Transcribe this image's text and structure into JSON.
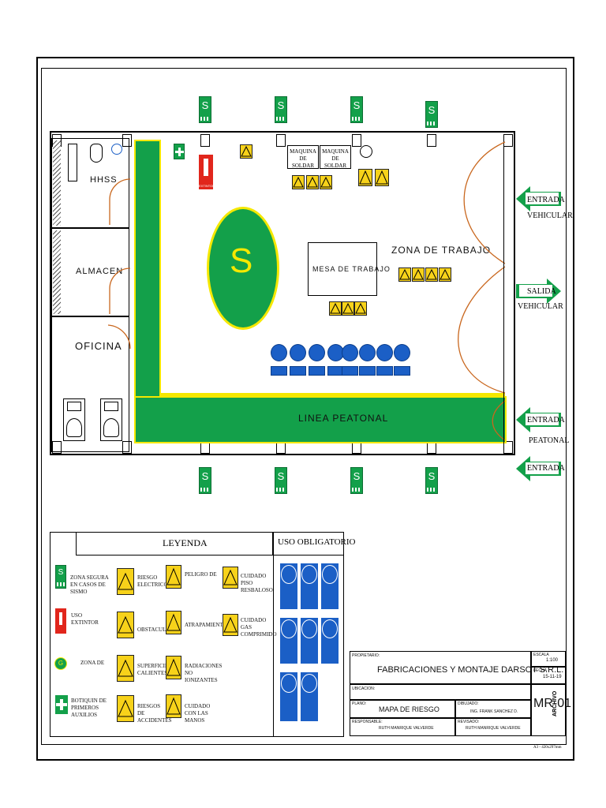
{
  "rooms": {
    "hhss": "HHSS",
    "almacen": "ALMACEN",
    "oficina": "OFICINA"
  },
  "labels": {
    "maquina_1": "MAQUINA DE SOLDAR",
    "maquina_2": "MAQUINA DE SOLDAR",
    "mesa": "MESA DE TRABAJO",
    "zona_trabajo": "ZONA DE TRABAJO",
    "linea_peatonal": "LINEA PEATONAL",
    "safe_letter": "S",
    "extintor_tag": "EXTINTOR"
  },
  "exits": {
    "entrada": "ENTRADA",
    "vehicular": "VEHICULAR",
    "salida": "SALIDA",
    "peatonal": "PEATONAL"
  },
  "legend": {
    "title": "LEYENDA",
    "uso_title": "USO OBLIGATORIO",
    "zona_segura": "ZONA SEGURA EN CASOS DE SISMO",
    "uso_extintor": "USO EXTINTOR",
    "zona_de": "ZONA DE",
    "botiquin": "BOTIQUIN DE PRIMEROS AUXILIOS",
    "riesgo_electrico": "RIESGO ELECTRICO",
    "obstaculo": "OBSTACULO",
    "superficies": "SUPERFICIES CALIENTES",
    "riesgos_accidentes": "RIESGOS DE ACCIDENTES",
    "peligro": "PELIGRO DE",
    "atrapamiento": "ATRAPAMIENTO",
    "radiaciones": "RADIACIONES NO IONIZANTES",
    "cuidado_manos": "CUIDADO CON LAS MANOS",
    "cuidado_piso": "CUIDADO PISO RESBALOSO",
    "cuidado_gas": "CUIDADO GAS COMPRIMIDO",
    "g_letter": "G",
    "s_letter": "S"
  },
  "title_block": {
    "propietario_label": "PROPIETARIO:",
    "propietario": "FABRICACIONES Y MONTAJE DARSOT S.R.L.",
    "escala_label": "ESCALA",
    "escala": "1:100",
    "fecha_label": "FECHA",
    "fecha": "15-11-19",
    "ubicacion_label": "UBICACION:",
    "plano_label": "PLANO:",
    "plano": "MAPA DE RIESGO",
    "dibujo_label": "DIBUJADO:",
    "dibujo": "ING. FRANK SANCHEZ D.",
    "responsable_label": "RESPONSABLE:",
    "responsable": "RUTH MANRIQUE VALVERDE",
    "revisado_label": "REVISADO:",
    "revisado": "RUTH MANRIQUE VALVERDE",
    "code": "MR-01",
    "archivo": "ARCHIVO",
    "sheet": "A3 - 420x297mm"
  },
  "colors": {
    "green": "#13a04a",
    "yellow": "#f5e800",
    "blue": "#1b5fc6",
    "red": "#e1261c",
    "door": "#c9671e"
  }
}
